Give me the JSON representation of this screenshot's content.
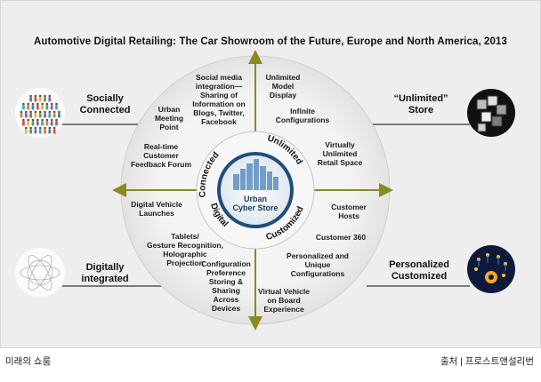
{
  "title": "Automotive Digital Retailing: The Car Showroom of the Future, Europe and North America, 2013",
  "hub": {
    "line1": "Urban",
    "line2": "Cyber Store"
  },
  "ring_words": {
    "connected": "Connected",
    "unlimited": "Unlimited",
    "digital": "Digital",
    "customized": "Customized"
  },
  "quadrants": {
    "socially_connected": {
      "title_line1": "Socially",
      "title_line2": "Connected"
    },
    "unlimited_store": {
      "title_line1": "“Unlimited”",
      "title_line2": "Store"
    },
    "digitally_integrated": {
      "title_line1": "Digitally",
      "title_line2": "integrated"
    },
    "personalized_customized": {
      "title_line1": "Personalized",
      "title_line2": "Customized"
    }
  },
  "features": {
    "social_media": [
      "Social media",
      "integration—",
      "Sharing of",
      "Information on",
      "Blogs, Twitter,",
      "Facebook"
    ],
    "urban_meeting": [
      "Urban",
      "Meeting",
      "Point"
    ],
    "feedback_forum": [
      "Real-time",
      "Customer",
      "Feedback Forum"
    ],
    "model_display": [
      "Unlimited",
      "Model",
      "Display"
    ],
    "infinite_config": [
      "Infinite",
      "Configurations"
    ],
    "virtual_retail": [
      "Virtually",
      "Unlimited",
      "Retail Space"
    ],
    "vehicle_launches": [
      "Digital Vehicle",
      "Launches"
    ],
    "tablets": [
      "Tablets/",
      "Gesture Recognition,",
      "Holographic",
      "Projection"
    ],
    "config_sharing": [
      "Configuration",
      "Preference",
      "Storing &",
      "Sharing",
      "Across",
      "Devices"
    ],
    "customer_hosts": [
      "Customer",
      "Hosts"
    ],
    "customer_360": [
      "Customer 360"
    ],
    "personalized_config": [
      "Personalized and",
      "Unique",
      "Configurations"
    ],
    "virtual_onboard": [
      "Virtual Vehicle",
      "on Board",
      "Experience"
    ]
  },
  "colors": {
    "arrow": "#8a8a1f",
    "line_dark": "#1f3a52",
    "hub_ring": "#1f4e79",
    "hub_accent": "#2e6da4"
  },
  "caption": {
    "left": "미래의 쇼룸",
    "right": "출처 | 프로스트앤설리번"
  }
}
